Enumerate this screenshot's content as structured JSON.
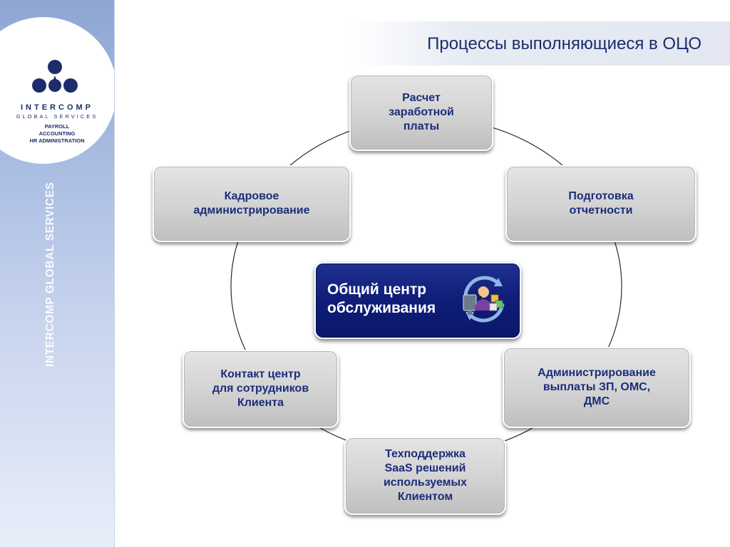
{
  "slide": {
    "title": "Процессы выполняющиеся в ОЦО"
  },
  "sidebar": {
    "logo_name": "INTERCOMP",
    "logo_sub": "GLOBAL SERVICES",
    "services": [
      "PAYROLL",
      "ACCOUNTING",
      "HR ADMINISTRATION"
    ],
    "vertical_text": "INTERCOMP GLOBAL SERVICES"
  },
  "diagram": {
    "center": {
      "label": "Общий центр\nобслуживания",
      "icon": "operator-headset-icon"
    },
    "nodes": [
      {
        "id": "payroll",
        "label": "Расчет\nзаработной\nплаты"
      },
      {
        "id": "reporting",
        "label": "Подготовка\nотчетности"
      },
      {
        "id": "benefits",
        "label": "Администрирование\nвыплаты ЗП, ОМС,\nДМС"
      },
      {
        "id": "saas-support",
        "label": "Техподдержка\nSaaS решений\nиспользуемых\nКлиентом"
      },
      {
        "id": "contact-center",
        "label": "Контакт центр\nдля сотрудников\nКлиента"
      },
      {
        "id": "hr-admin",
        "label": "Кадровое\nадминистрирование"
      }
    ],
    "colors": {
      "node_text": "#1b2d7a",
      "center_fill": "#0f1d78",
      "title": "#1b2d6b"
    }
  }
}
